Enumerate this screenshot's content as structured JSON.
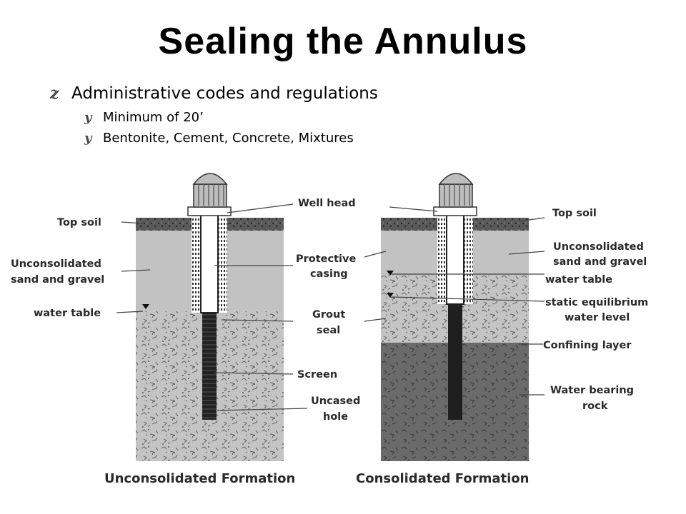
{
  "slide": {
    "title": "Sealing the Annulus",
    "bullets": [
      {
        "text": "Administrative codes and regulations",
        "sub": [
          "Minimum of 20’",
          "Bentonite, Cement, Concrete, Mixtures"
        ]
      }
    ],
    "bullet_icons": {
      "level1": "z-bullet-icon",
      "level2": "y-bullet-icon"
    }
  },
  "diagram": {
    "left_labels": {
      "top_soil": "Top soil",
      "unconsolidated_1": "Unconsolidated",
      "unconsolidated_2": "sand and gravel",
      "water_table": "water table"
    },
    "center_labels": {
      "well_head": "Well head",
      "protective_1": "Protective",
      "protective_2": "casing",
      "grout_1": "Grout",
      "grout_2": "seal",
      "screen": "Screen",
      "uncased_1": "Uncased",
      "uncased_2": "hole"
    },
    "right_labels": {
      "top_soil": "Top soil",
      "unconsolidated_1": "Unconsolidated",
      "unconsolidated_2": "sand and gravel",
      "water_table": "water table",
      "static_1": "static equilibrium",
      "static_2": "water level",
      "confining": "Confining layer",
      "bearing_1": "Water bearing",
      "bearing_2": "rock"
    },
    "captions": {
      "left": "Unconsolidated Formation",
      "right": "Consolidated Formation"
    }
  }
}
